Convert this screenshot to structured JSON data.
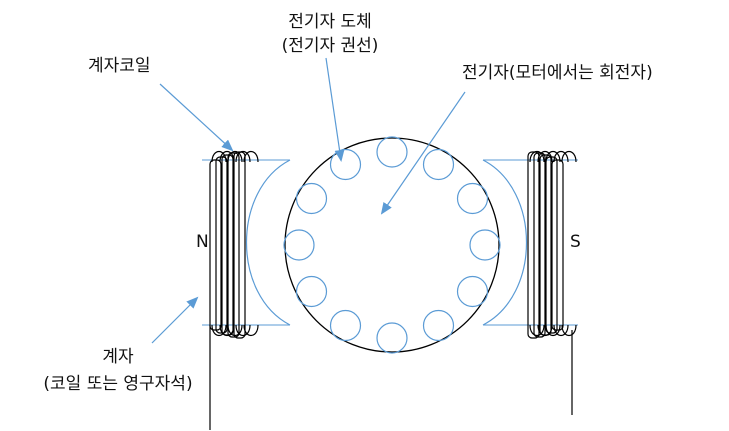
{
  "labels": {
    "conductor_line1": "전기자 도체",
    "conductor_line2": "(전기자 권선)",
    "field_coil": "계자코일",
    "armature": "전기자(모터에서는 회전자)",
    "field_line1": "계자",
    "field_line2": "(코일 또는 영구자석)",
    "pole_n": "N",
    "pole_s": "S"
  },
  "colors": {
    "line": "#000000",
    "arrow": "#5b9bd5",
    "pole_face": "#5b9bd5",
    "text": "#111111"
  },
  "armature_conductor_count": 12
}
